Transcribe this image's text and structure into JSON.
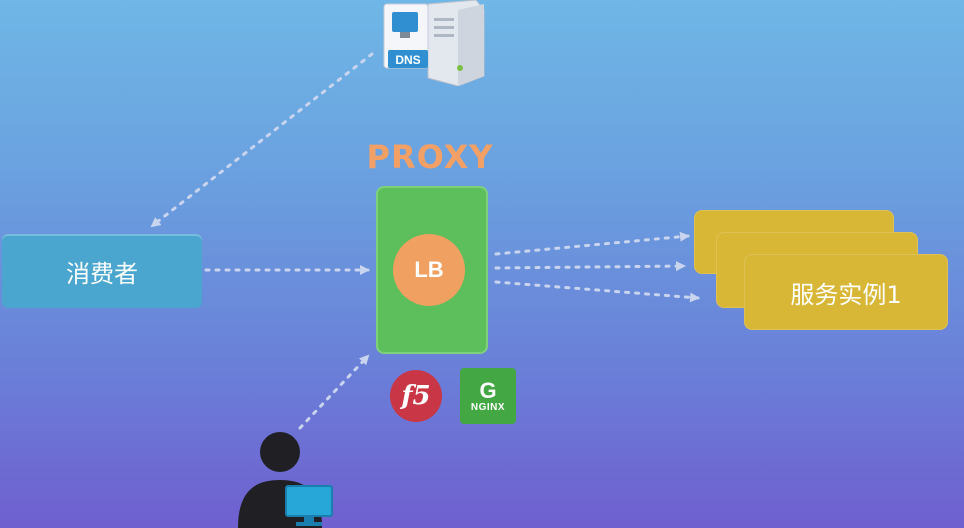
{
  "nodes": {
    "consumer": {
      "label": "消费者"
    },
    "proxy": {
      "title": "PROXY",
      "lb_label": "LB"
    },
    "service": {
      "label": "服务实例1"
    },
    "dns": {
      "label": "DNS"
    },
    "nginx": {
      "label": "NGINX"
    },
    "f5": {
      "label": "f5"
    }
  },
  "colors": {
    "consumer_fill": "#4aa6cf",
    "proxy_fill": "#5cbf5c",
    "lb_fill": "#f0a060",
    "proxy_title": "#f2a066",
    "service_fill": "#d8b737",
    "f5_fill": "#c93645",
    "nginx_fill": "#43a843",
    "edge_color": "#c9d4ef"
  },
  "icons": [
    "dns-server-icon",
    "f5-logo-icon",
    "nginx-logo-icon",
    "user-computer-icon"
  ]
}
